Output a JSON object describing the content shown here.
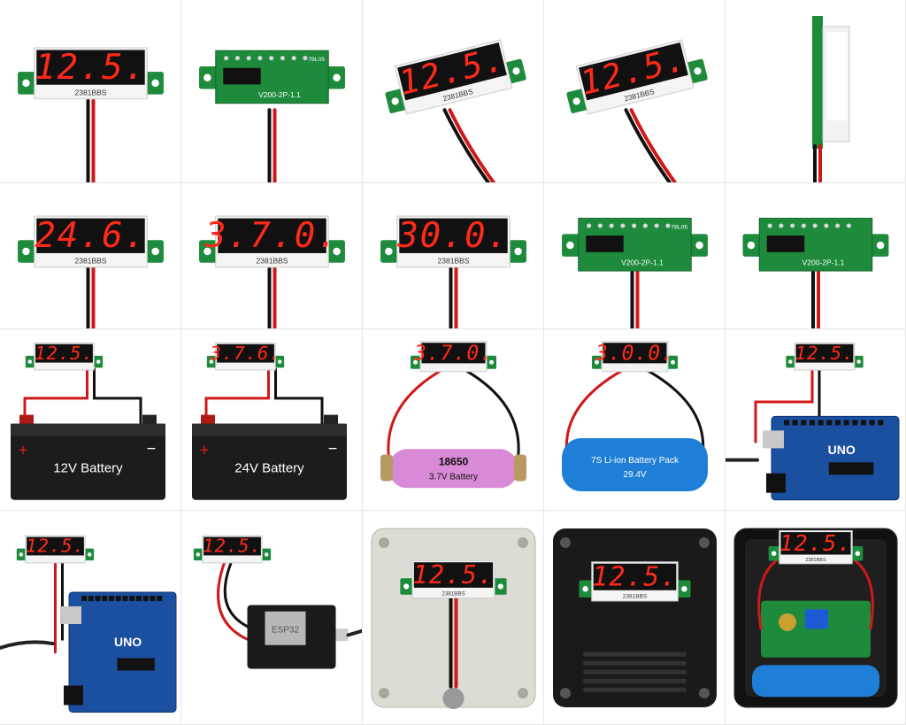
{
  "colors": {
    "led_red": "#ff2a1a",
    "display_bg": "#111111",
    "pcb_green": "#1e8a3c",
    "wire_red": "#d01818",
    "wire_black": "#111111",
    "battery_black": "#1c1c1c",
    "cell_pink": "#d98ad6",
    "pack_blue": "#1f7fd6",
    "uno_blue": "#1b4fa0",
    "esp_black": "#1a1a1a",
    "box_grey": "#dcdcd4",
    "box_black": "#1a1a1a"
  },
  "cells": [
    {
      "name": "front",
      "reading": "12.5.",
      "model": "2381BBS"
    },
    {
      "name": "pcb-back",
      "board": "V200-2P-1.1",
      "chip": "78L05"
    },
    {
      "name": "angle-left",
      "reading": "12.5.",
      "model": "2381BBS"
    },
    {
      "name": "angle-right",
      "reading": "12.5.",
      "model": "2381BBS"
    },
    {
      "name": "side",
      "reading": ""
    },
    {
      "name": "v24",
      "reading": "24.6.",
      "model": "2381BBS"
    },
    {
      "name": "v37",
      "reading": "3.7.0.",
      "model": "2381BBS"
    },
    {
      "name": "v30",
      "reading": "30.0.",
      "model": "2381BBS"
    },
    {
      "name": "pcb-back-2",
      "board": "V200-2P-1.1",
      "chip": "78L05"
    },
    {
      "name": "pcb-back-3",
      "board": "V200-2P-1.1"
    },
    {
      "name": "battery-12v",
      "reading": "12.5.",
      "label": "12V Battery"
    },
    {
      "name": "battery-24v",
      "reading": "3.7.6.",
      "label": "24V Battery"
    },
    {
      "name": "cell-18650",
      "reading": "3.7.0.",
      "label1": "18650",
      "label2": "3.7V Battery"
    },
    {
      "name": "pack-7s",
      "reading": "3.0.0.",
      "label1": "7S Li-ion Battery Pack",
      "label2": "29.4V"
    },
    {
      "name": "uno-1",
      "reading": "12.5.",
      "board": "UNO"
    },
    {
      "name": "uno-2",
      "reading": "12.5.",
      "board": "UNO"
    },
    {
      "name": "esp32",
      "reading": "12.5.",
      "board": "ESP32"
    },
    {
      "name": "grey-box",
      "reading": "12.5.",
      "model": "2381BBS"
    },
    {
      "name": "black-box",
      "reading": "12.5.",
      "model": "2381BBS"
    },
    {
      "name": "open-box",
      "reading": "12.5.",
      "model": "2381BBS"
    }
  ]
}
